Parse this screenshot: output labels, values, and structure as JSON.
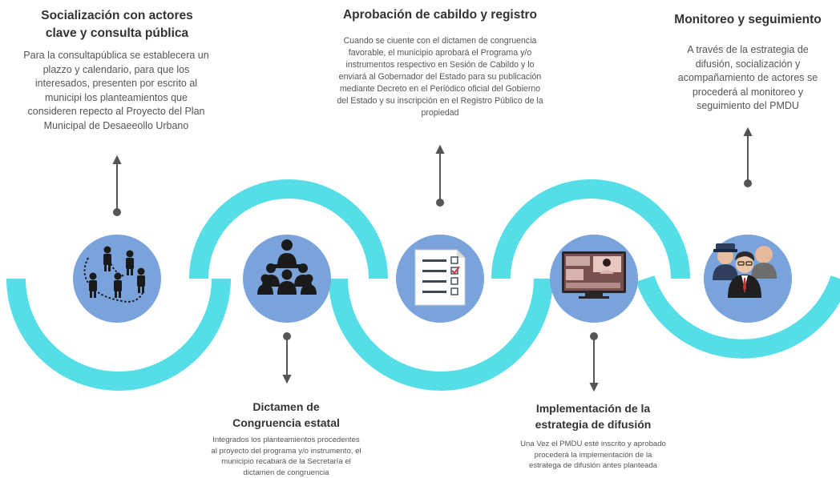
{
  "colors": {
    "arc": "#55DDE8",
    "circle": "#7AA3DB",
    "connector": "#555555",
    "text_title": "#333333",
    "text_body": "#555555"
  },
  "steps": [
    {
      "title": "Socialización con actores clave y consulta pública",
      "title_lines": [
        "Socialización con actores",
        "clave y consulta pública"
      ],
      "desc_lines": [
        "Para la consultapública se establecera un",
        "plazzo y calendario, para que los",
        "interesados, presenten por escrito al",
        "municipi los planteamientos que",
        "consideren repecto al Proyecto del Plan",
        "Municipal de Desaeeollo Urbano"
      ],
      "icon": "people-network-icon"
    },
    {
      "title": "Dictamen de Congruencia estatal",
      "title_lines": [
        "Dictamen de",
        "Congruencia estatal"
      ],
      "desc_lines": [
        "Integrados los planteamientos procedentes",
        "al proyecto del programa y/o instrumento, el",
        "municipio recabará de la Secretaría el",
        "dictamen de congruencia"
      ],
      "icon": "meeting-group-icon"
    },
    {
      "title": "Aprobación de cabildo y registro",
      "title_lines": [
        "Aprobación de cabildo y registro"
      ],
      "desc_lines": [
        "Cuando se ciuente con el dictamen de congruencia",
        "favorable, el municipio aprobará el Programa y/o",
        "instrumentos respectivo en Sesión de Cabildo y lo",
        "enviará al Gobernador del Estado para su publicación",
        "mediante Decreto en el Periódico oficial del Gobierno",
        "del Estado y su inscripción en el Registro Público de la",
        "propiedad"
      ],
      "icon": "checklist-icon"
    },
    {
      "title": "Implementación de la estrategia de difusión",
      "title_lines": [
        "Implementación de la",
        "estrategia de difusión"
      ],
      "desc_lines": [
        "Una Vez el PMDU esté inscrito y aprobado",
        "procederá la implementación de la",
        "estratega de difusión antes planteada"
      ],
      "icon": "tv-broadcast-icon"
    },
    {
      "title": "Monitoreo y seguimiento",
      "title_lines": [
        "Monitoreo y seguimiento"
      ],
      "desc_lines": [
        "A través de la estrategia de",
        "difusión, socialización y",
        "acompañamiento de actores se",
        "procederá al monitoreo y",
        "seguimiento del PMDU"
      ],
      "icon": "officials-group-icon"
    }
  ]
}
